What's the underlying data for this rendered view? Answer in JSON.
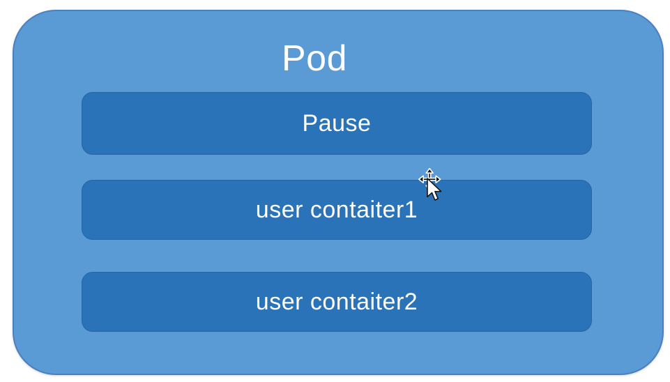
{
  "diagram": {
    "title": "Pod",
    "containers": [
      {
        "label": "Pause"
      },
      {
        "label": "user contaiter1"
      },
      {
        "label": "user contaiter2"
      }
    ],
    "cursor": "move-drag-cursor",
    "colors": {
      "pod_fill": "#5b9bd5",
      "pod_border": "#4a80bd",
      "container_fill": "#2b73b8",
      "container_border": "#2566a3",
      "text": "#ffffff",
      "page_background": "#ffffff"
    }
  }
}
